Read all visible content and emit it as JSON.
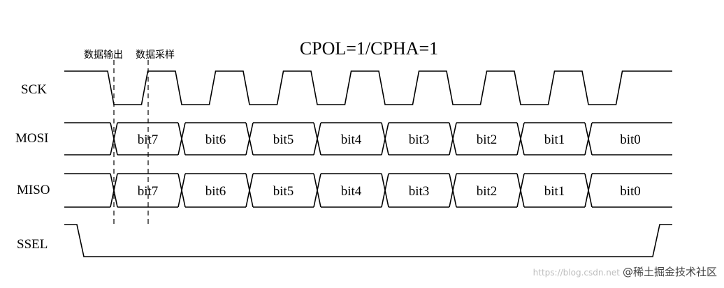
{
  "title": "CPOL=1/CPHA=1",
  "annotations": {
    "output": "数据输出",
    "sample": "数据采样"
  },
  "signals": {
    "sck": "SCK",
    "mosi": "MOSI",
    "miso": "MISO",
    "ssel": "SSEL"
  },
  "bits": [
    "bit7",
    "bit6",
    "bit5",
    "bit4",
    "bit3",
    "bit2",
    "bit1",
    "bit0"
  ],
  "watermark": {
    "url": "https://blog.csdn.net",
    "site": "@稀土掘金技术社区"
  }
}
